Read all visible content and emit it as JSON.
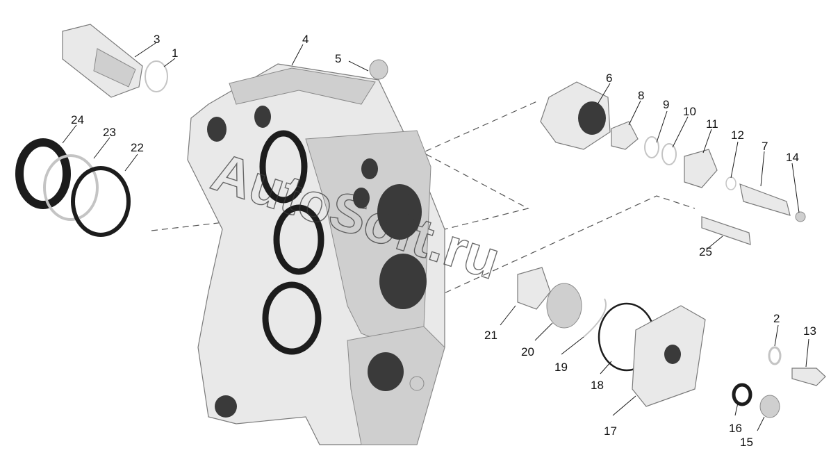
{
  "watermark": "AutoSoft.ru",
  "labels": [
    "1",
    "2",
    "3",
    "4",
    "5",
    "6",
    "7",
    "8",
    "9",
    "10",
    "11",
    "12",
    "13",
    "14",
    "15",
    "16",
    "17",
    "18",
    "19",
    "20",
    "21",
    "22",
    "23",
    "24",
    "25"
  ]
}
